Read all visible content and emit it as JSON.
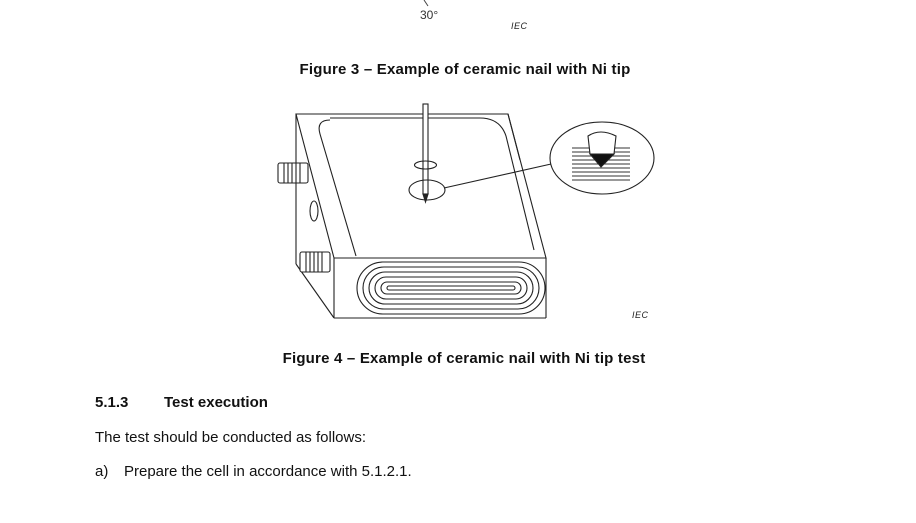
{
  "figure3": {
    "angle_label": "30°",
    "source_mark": "IEC",
    "caption": "Figure 3 – Example of ceramic nail with Ni tip"
  },
  "figure4": {
    "source_mark": "IEC",
    "caption": "Figure 4 – Example of ceramic nail with Ni tip test"
  },
  "section": {
    "number": "5.1.3",
    "title": "Test execution",
    "intro": "The test should be conducted as follows:",
    "items": [
      {
        "label": "a)",
        "text": "Prepare the cell in accordance with 5.1.2.1."
      }
    ]
  }
}
